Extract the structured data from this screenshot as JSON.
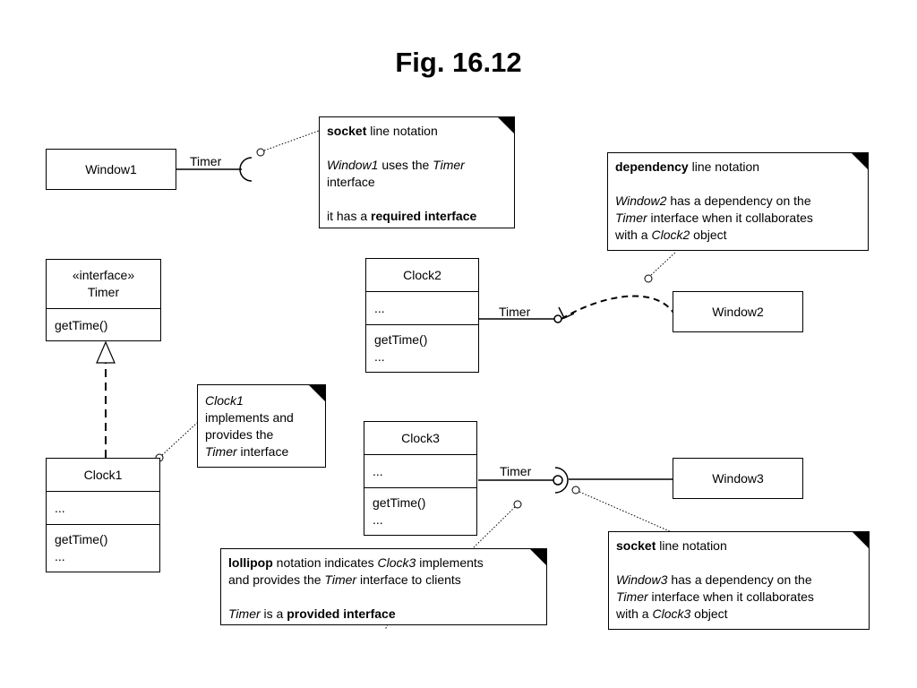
{
  "title": "Fig. 16.12",
  "classes": {
    "window1": {
      "name": "Window1"
    },
    "window2": {
      "name": "Window2"
    },
    "window3": {
      "name": "Window3"
    },
    "timer": {
      "stereotype": "«interface»",
      "name": "Timer",
      "operations": "getTime()"
    },
    "clock1": {
      "name": "Clock1",
      "attributes": "...",
      "op1": "getTime()",
      "op2": "..."
    },
    "clock2": {
      "name": "Clock2",
      "attributes": "...",
      "op1": "getTime()",
      "op2": "..."
    },
    "clock3": {
      "name": "Clock3",
      "attributes": "...",
      "op1": "getTime()",
      "op2": "..."
    }
  },
  "labels": {
    "timer_w1": "Timer",
    "timer_c2": "Timer",
    "timer_c3": "Timer"
  },
  "notes": {
    "socket1": {
      "l1_b": "socket",
      "l1_r": " line notation",
      "l2_i1": "Window1",
      "l2_r1": " uses the ",
      "l2_i2": "Timer",
      "l3": "interface",
      "l4_r": "it has a ",
      "l4_b": "required interface"
    },
    "dependency": {
      "l1_b": "dependency",
      "l1_r": " line notation",
      "l2_i": "Window2",
      "l2_r": " has a dependency on the",
      "l3_i": "Timer",
      "l3_r": " interface when it collaborates",
      "l4_r1": "with a ",
      "l4_i": "Clock2",
      "l4_r2": " object"
    },
    "clock1": {
      "l1_i": "Clock1",
      "l2": "implements and",
      "l3": "provides the",
      "l4_i": "Timer",
      "l4_r": " interface"
    },
    "lollipop": {
      "l1_b": "lollipop",
      "l1_r1": " notation indicates ",
      "l1_i": "Clock3",
      "l1_r2": " implements",
      "l2_r1": "and provides the ",
      "l2_i": "Timer",
      "l2_r2": " interface to clients",
      "l3_i": "Timer",
      "l3_r": " is a ",
      "l3_b": "provided interface"
    },
    "socket3": {
      "l1_b": "socket",
      "l1_r": " line notation",
      "l2_i": "Window3",
      "l2_r": " has a dependency on the",
      "l3_i": "Timer",
      "l3_r": " interface when it collaborates",
      "l4_r1": "with a ",
      "l4_i": "Clock3",
      "l4_r2": " object"
    }
  }
}
